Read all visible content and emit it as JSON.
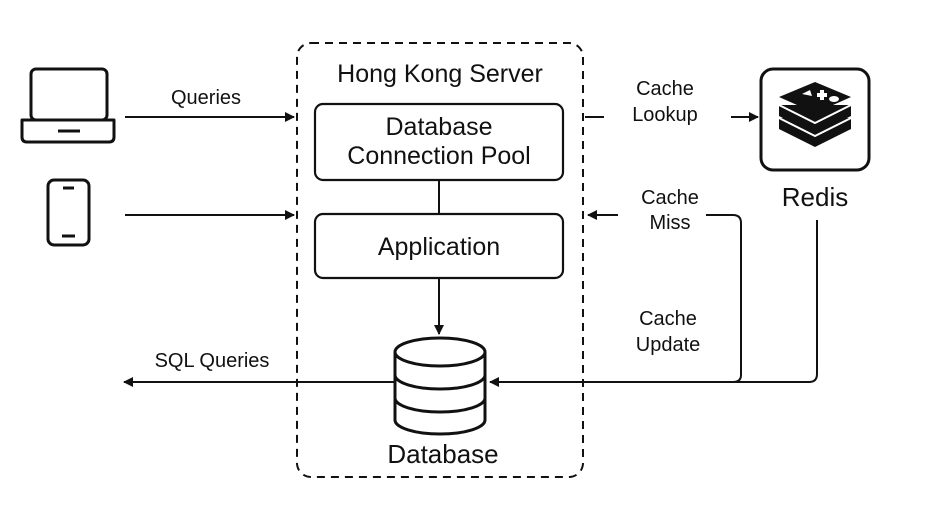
{
  "server": {
    "title": "Hong Kong Server"
  },
  "boxes": {
    "pool": {
      "line1": "Database",
      "line2": "Connection Pool"
    },
    "application": {
      "label": "Application"
    }
  },
  "database": {
    "label": "Database"
  },
  "redis": {
    "label": "Redis",
    "icon": "redis-stack-icon"
  },
  "clients": {
    "laptop_icon": "laptop-icon",
    "phone_icon": "phone-icon"
  },
  "edges": {
    "queries": "Queries",
    "sql_queries": "SQL Queries",
    "cache_lookup": {
      "line1": "Cache",
      "line2": "Lookup"
    },
    "cache_miss": {
      "line1": "Cache",
      "line2": "Miss"
    },
    "cache_update": {
      "line1": "Cache",
      "line2": "Update"
    }
  }
}
